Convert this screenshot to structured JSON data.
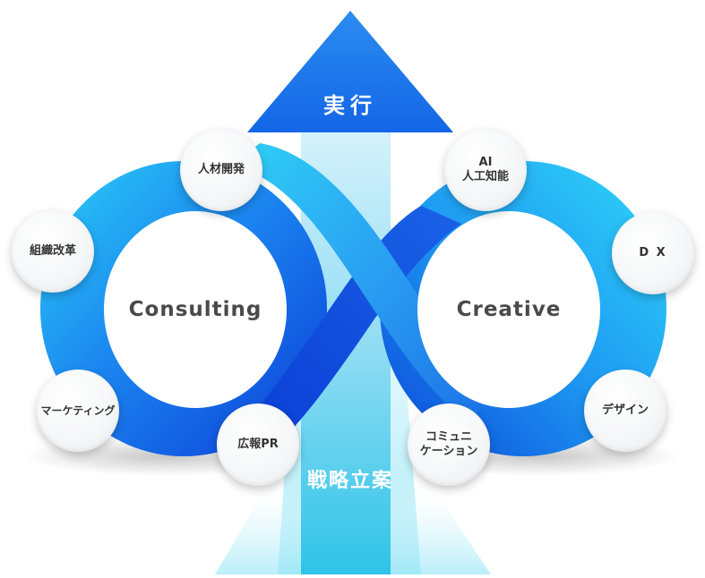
{
  "arrow_top_label": "実行",
  "arrow_bottom_label": "戦略立案",
  "loops": {
    "left_label": "Consulting",
    "right_label": "Creative"
  },
  "bubbles": {
    "jinzai": "人材開発",
    "soshiki": "組織改革",
    "marketing": "マーケティング",
    "koho": "広報PR",
    "ai": "AI\n人工知能",
    "dx": "D X",
    "design": "デザイン",
    "comm": "コミュニ\nケーション"
  },
  "colors": {
    "band_light": "#35d3f5",
    "band_mid": "#1a8ff0",
    "band_dark": "#0a3fd8",
    "arrow_blue": "#1e6fe8"
  }
}
